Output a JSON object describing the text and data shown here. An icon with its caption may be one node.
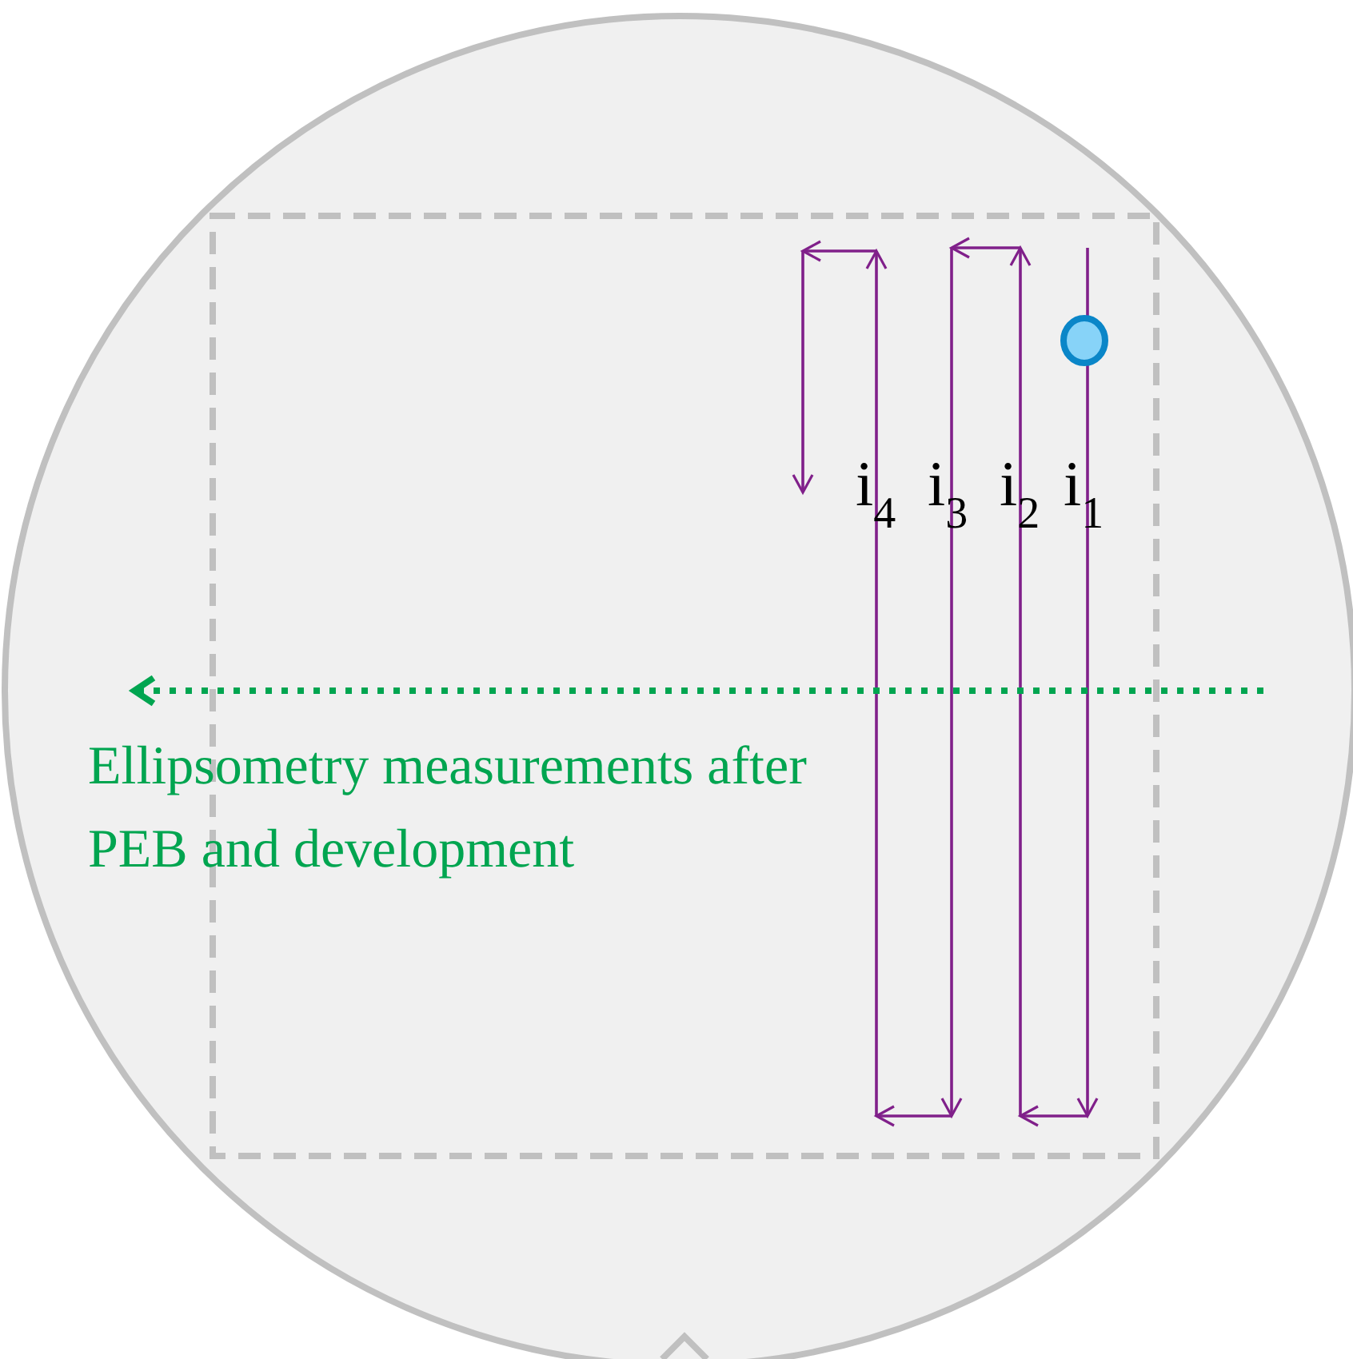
{
  "diagram": {
    "labels": [
      "i$_{4}$",
      "i$_{3}$",
      "i$_{2}$",
      "i$_{1}$",
      "Ellipsometry measurements after PEB and development"
    ]
  }
}
